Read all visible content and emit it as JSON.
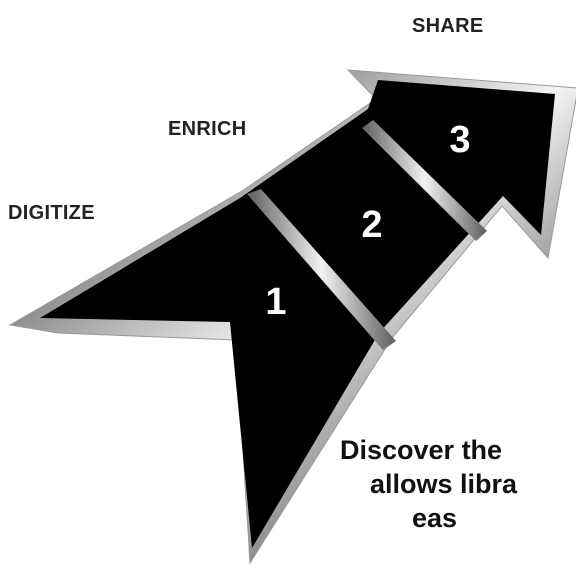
{
  "steps": [
    {
      "label": "DIGITIZE",
      "number": "1"
    },
    {
      "label": "ENRICH",
      "number": "2"
    },
    {
      "label": "SHARE",
      "number": "3"
    }
  ],
  "caption": {
    "line1": "Discover the",
    "line2": "allows libra",
    "line3": "eas"
  },
  "colors": {
    "arrow_fill": "#000000",
    "rim_light": "#f2f2f2",
    "rim_dark": "#6e6e6e",
    "text": "#222222"
  }
}
